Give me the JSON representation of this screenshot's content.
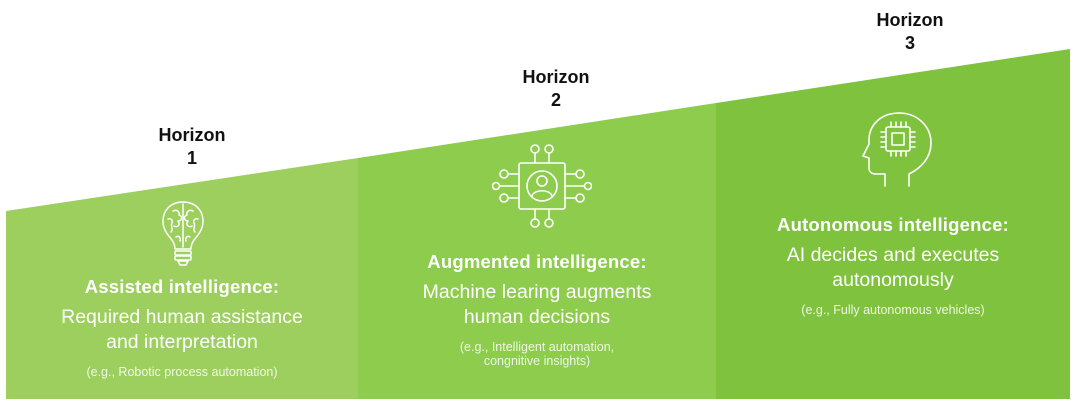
{
  "colors": {
    "panel1": "#9ccf5e",
    "panel2": "#8dcc4c",
    "panel3": "#7fc23e",
    "text_dark": "#111111",
    "text_light": "#ffffff"
  },
  "horizons": [
    {
      "label": "Horizon",
      "number": "1"
    },
    {
      "label": "Horizon",
      "number": "2"
    },
    {
      "label": "Horizon",
      "number": "3"
    }
  ],
  "stages": [
    {
      "icon": "brain-lightbulb-icon",
      "title": "Assisted intelligence:",
      "description": [
        "Required human assistance",
        "and interpretation"
      ],
      "example": [
        "(e.g., Robotic process automation)"
      ]
    },
    {
      "icon": "circuit-chip-person-icon",
      "title": "Augmented intelligence:",
      "description": [
        "Machine learing augments",
        "human decisions"
      ],
      "example": [
        "(e.g., Intelligent automation,",
        "congnitive insights)"
      ]
    },
    {
      "icon": "head-chip-icon",
      "title": "Autonomous intelligence:",
      "description": [
        "AI decides and executes",
        "autonomously"
      ],
      "example": [
        "(e.g., Fully autonomous vehicles)"
      ]
    }
  ]
}
